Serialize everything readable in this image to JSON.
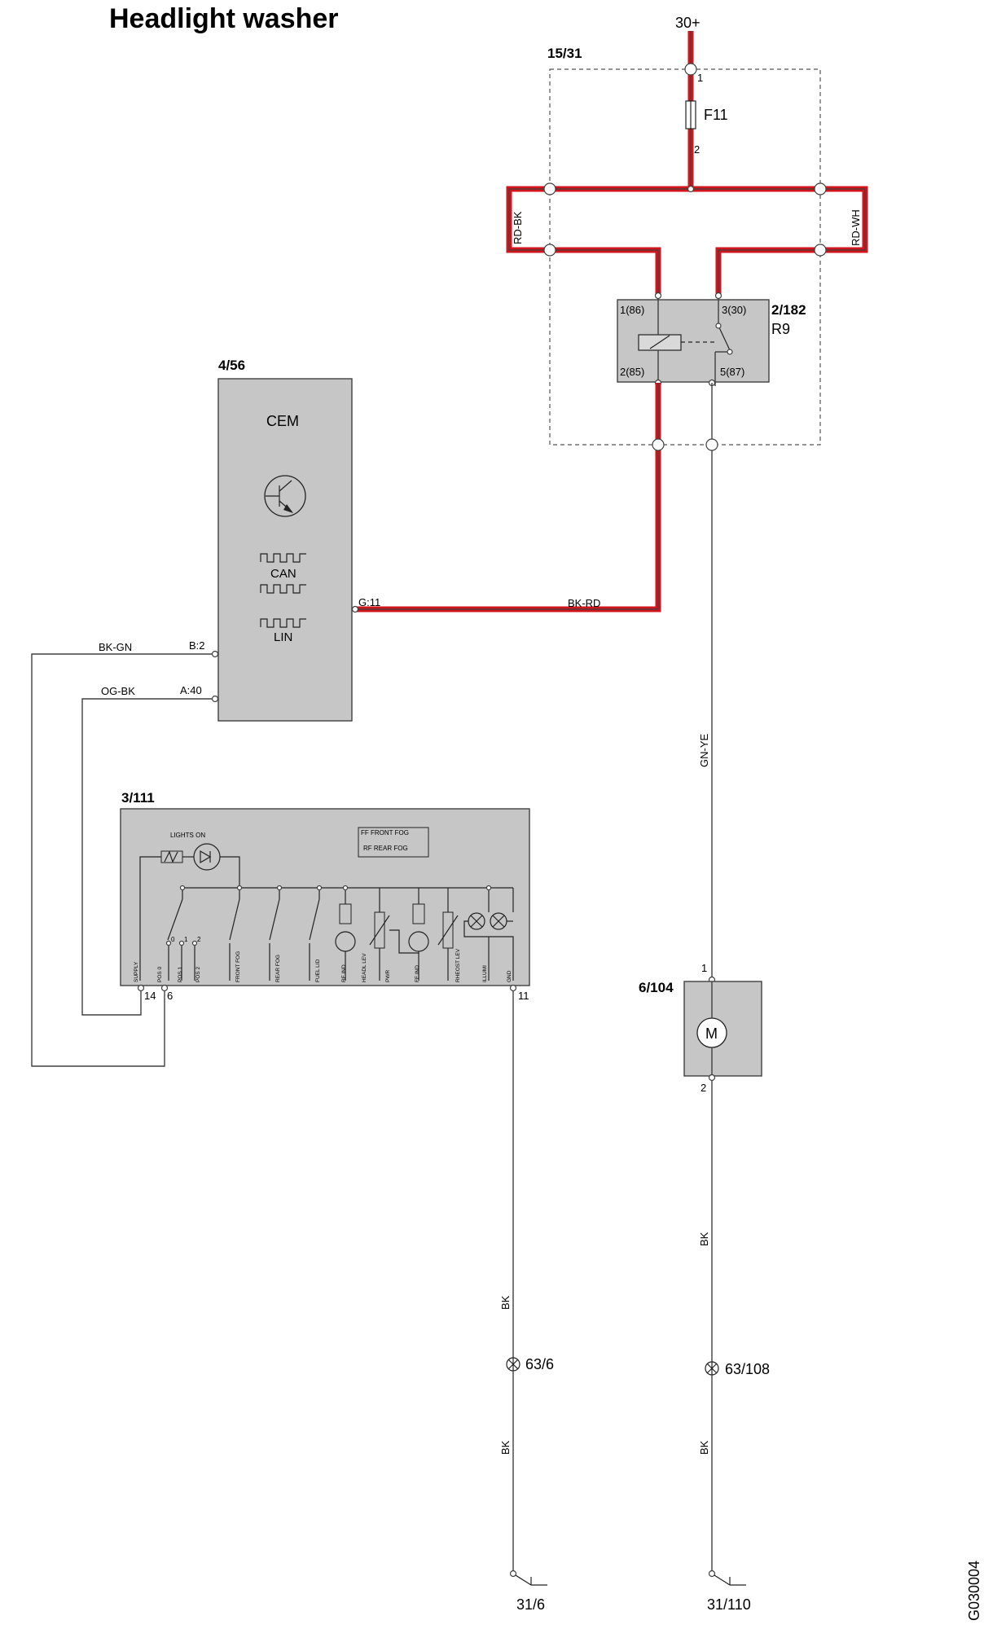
{
  "title": "Headlight washer",
  "drawing_code": "G030004",
  "components": {
    "fuse_box": {
      "ref": "15/31",
      "supply": "30+",
      "fuse": "F11",
      "pin_in": "1",
      "pin_out": "2"
    },
    "relay": {
      "ref": "2/182",
      "name": "R9",
      "pin_86": "1(86)",
      "pin_30": "3(30)",
      "pin_85": "2(85)",
      "pin_87": "5(87)"
    },
    "cem": {
      "ref": "4/56",
      "name": "CEM",
      "bus_can": "CAN",
      "bus_lin": "LIN",
      "pin_g11": "G:11",
      "pin_b2": "B:2",
      "pin_a40": "A:40"
    },
    "light_switch": {
      "ref": "3/111",
      "lights_on": "LIGHTS ON",
      "legend": [
        "FF    FRONT FOG",
        "RF    REAR FOG"
      ],
      "pin_labels": [
        "SUPPLY",
        "POS 0",
        "POS 1",
        "POS 2",
        "FRONT FOG",
        "REAR FOG",
        "FUEL LID",
        "RF IND",
        "HEADL LEV",
        "PWR",
        "FF IND",
        "RHEOST LEV",
        "ILLUMI",
        "GND"
      ],
      "pos_marks": [
        "0",
        "1",
        "2"
      ],
      "pin_14": "14",
      "pin_6": "6",
      "pin_11": "11"
    },
    "motor": {
      "ref": "6/104",
      "symbol": "M",
      "pin_1": "1",
      "pin_2": "2"
    }
  },
  "wires": {
    "rd_bk": "RD-BK",
    "rd_wh": "RD-WH",
    "bk_rd": "BK-RD",
    "bk_gn": "BK-GN",
    "og_bk": "OG-BK",
    "gn_ye": "GN-YE",
    "bk": "BK"
  },
  "grounds": {
    "splice_left": "63/6",
    "splice_right": "63/108",
    "ground_left": "31/6",
    "ground_right": "31/110"
  },
  "colors": {
    "power_wire": "#d0161c",
    "module_fill": "#c6c6c6",
    "line": "#404040"
  }
}
